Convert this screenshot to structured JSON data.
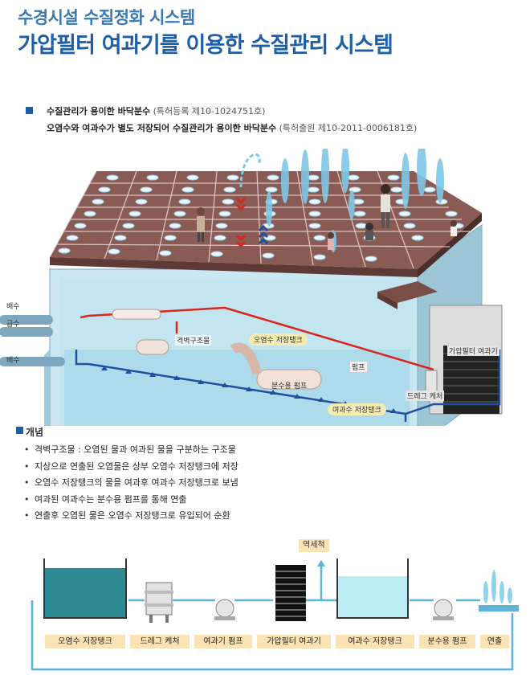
{
  "header": {
    "title_small": "수경시설 수질정화 시스템",
    "title_large": "가압필터 여과기를 이용한 수질관리 시스템"
  },
  "patents": [
    {
      "title": "수질관리가 용이한 바닥분수",
      "number": "(특허등록 제10-1024751호)"
    },
    {
      "title": "오염수와 여과수가 별도 저장되어 수질관리가 용이한 바닥분수",
      "number": "(특허출원 제10-2011-0006181호)"
    }
  ],
  "illustration": {
    "side_labels": [
      "배수",
      "급수",
      "배수"
    ],
    "labels": {
      "wall": "격벽구조물",
      "dirty_tank": "오염수 저장탱크",
      "pump": "펌프",
      "fountain_pump": "분수용 펌프",
      "clean_tank": "여과수 저장탱크",
      "filter": "가압필터 여과기",
      "drag": "드레그 케처"
    }
  },
  "concept": {
    "heading": "개념",
    "items": [
      "격벽구조물 : 오염된 물과 여과된 물을 구분하는 구조물",
      "지상으로 연출된 오염물은 상부 오염수 저장탱크에 저장",
      "오염수 저장탱크의 물을 여과후 여과수 저장탱크로 보냄",
      "여과된 여과수는 분수용 펌프를 통해 연출",
      "연출후 오염된 물은 오염수 저장탱크로 유입되어 순환"
    ]
  },
  "flow": {
    "backwash": "역세척",
    "steps": [
      "오염수 저장탱크",
      "드레그 케처",
      "여과기 펌프",
      "가압필터 여과기",
      "여과수 저장탱크",
      "분수용 펌프",
      "연출"
    ]
  },
  "colors": {
    "title_small": "#3a78b4",
    "title_large": "#1f5ea6",
    "deck": "#8a5a55",
    "water": "#bfe3ef",
    "pipe_red": "#d9261c",
    "pipe_blue": "#1f4fa0",
    "flow_line": "#5fb3d6",
    "label_bg": "#fbe3b6"
  }
}
